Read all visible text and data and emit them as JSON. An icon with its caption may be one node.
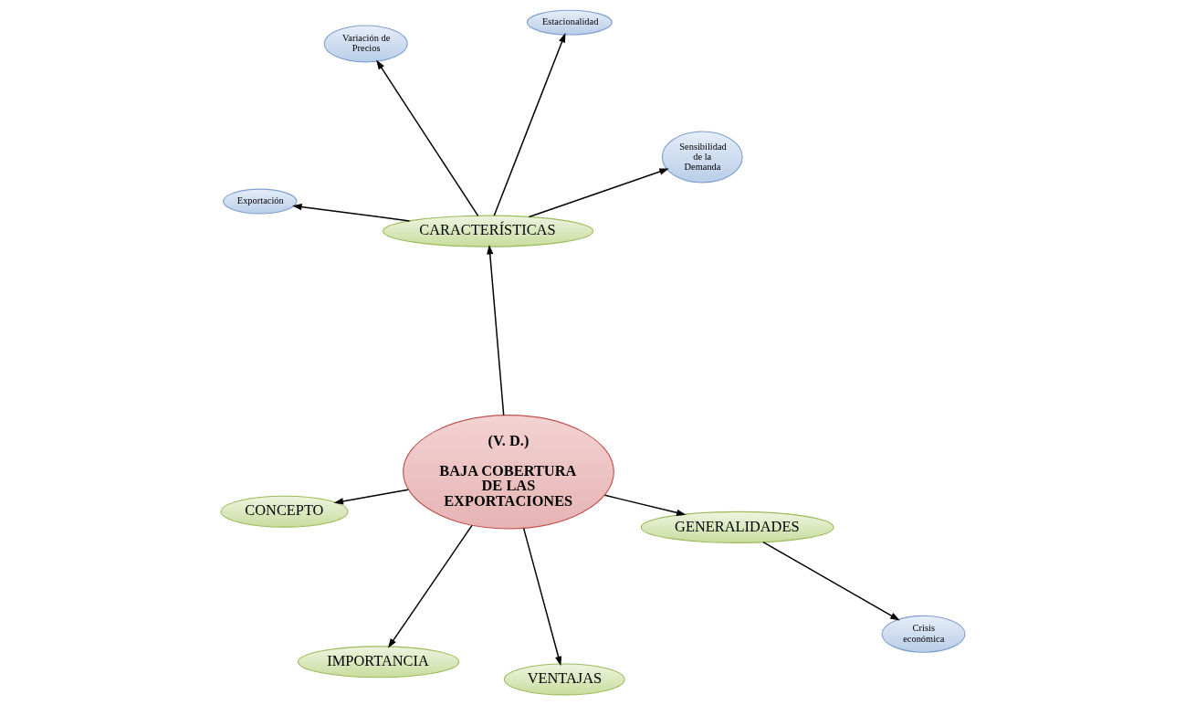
{
  "diagram": {
    "nodes": [
      {
        "text": [
          "(V. D.)",
          "BAJA COBERTURA DE LAS EXPORTACIONES"
        ]
      },
      {
        "text": [
          "GENERALIDADES"
        ]
      },
      {
        "text": [
          "Crisis económica"
        ]
      },
      {
        "text": [
          "CARACTERÍSTICAS"
        ]
      },
      {
        "text": [
          "Estacionalidad"
        ]
      },
      {
        "text": [
          "Variación de Precios"
        ]
      },
      {
        "text": [
          "Exportación"
        ]
      },
      {
        "text": [
          "Sensibilidad de la Demanda"
        ]
      },
      {
        "text": [
          "CONCEPTO"
        ]
      },
      {
        "text": [
          "VENTAJAS"
        ]
      },
      {
        "text": [
          "IMPORTANCIA"
        ]
      }
    ],
    "edges": [
      {
        "from": 0,
        "to": 1,
        "arrow": "to"
      },
      {
        "from": 1,
        "to": 2,
        "arrow": "to"
      },
      {
        "from": 0,
        "to": 3,
        "arrow": "to"
      },
      {
        "from": 3,
        "to": 4,
        "arrow": "to"
      },
      {
        "from": 3,
        "to": 5,
        "arrow": "to"
      },
      {
        "from": 3,
        "to": 6,
        "arrow": "to"
      },
      {
        "from": 3,
        "to": 7,
        "arrow": "to"
      },
      {
        "from": 0,
        "to": 8,
        "arrow": "to"
      },
      {
        "from": 0,
        "to": 9,
        "arrow": "to"
      },
      {
        "from": 0,
        "to": 10,
        "arrow": "to"
      }
    ]
  }
}
